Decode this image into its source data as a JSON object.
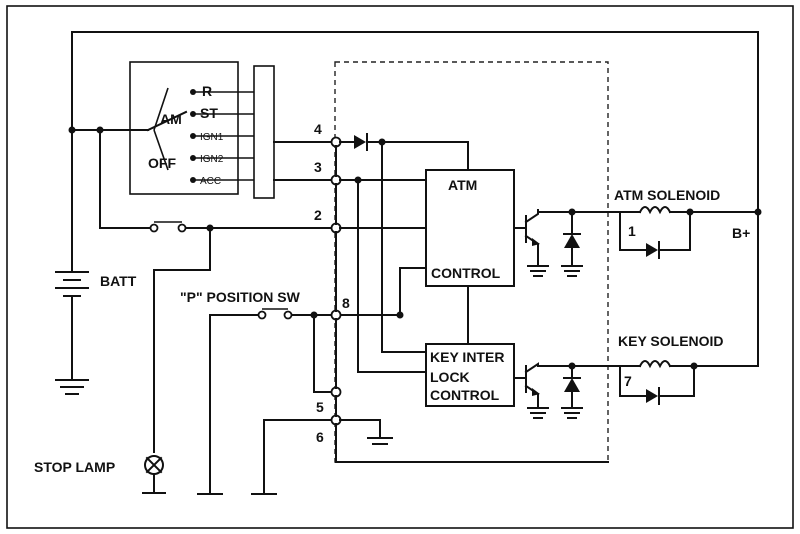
{
  "ignition_switch": {
    "pole_label": "AM",
    "off_label": "OFF",
    "positions": [
      "R",
      "ST",
      "IGN1",
      "IGN2",
      "ACC"
    ]
  },
  "pins": {
    "p1": "1",
    "p2": "2",
    "p3": "3",
    "p4": "4",
    "p5": "5",
    "p6": "6",
    "p7": "7",
    "p8": "8"
  },
  "labels": {
    "batt": "BATT",
    "p_switch": "\"P\" POSITION SW",
    "stop_lamp": "STOP LAMP",
    "atm_solenoid": "ATM SOLENOID",
    "key_solenoid": "KEY SOLENOID",
    "b_plus": "B+"
  },
  "atm_box": {
    "title": "ATM",
    "control": "CONTROL"
  },
  "key_box": {
    "line1": "KEY INTER",
    "line2": "LOCK",
    "line3": "CONTROL"
  }
}
